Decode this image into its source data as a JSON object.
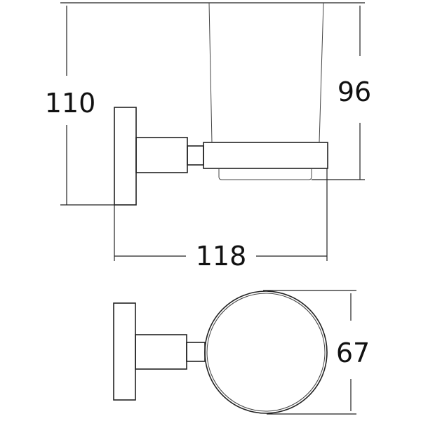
{
  "dimensions": {
    "overall_height": "110",
    "cup_height": "96",
    "overall_depth": "118",
    "cup_diameter": "67"
  },
  "colors": {
    "line": "#222222",
    "background": "#ffffff"
  }
}
